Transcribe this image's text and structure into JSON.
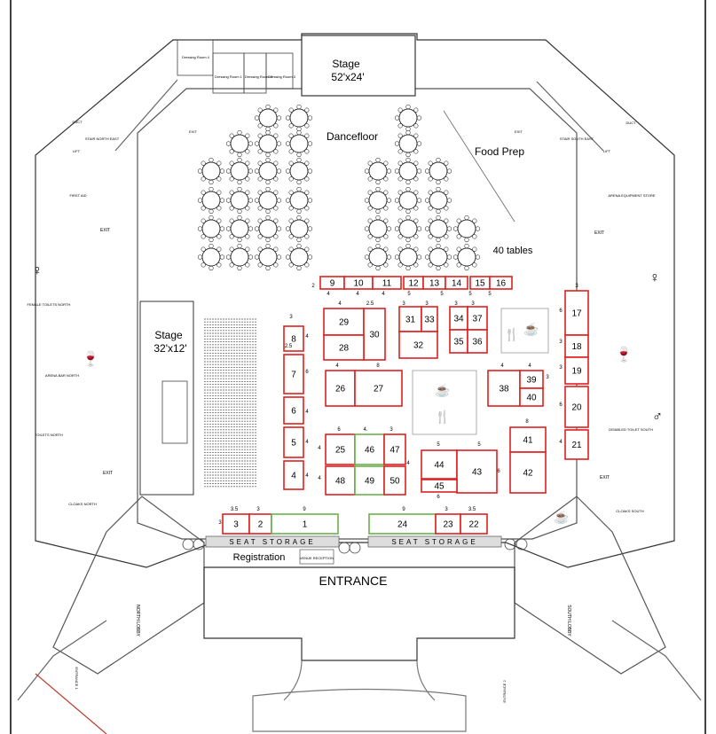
{
  "venue": {
    "stage_main": {
      "title": "Stage",
      "size": "52'x24'"
    },
    "stage_side": {
      "title": "Stage",
      "size": "32'x12'"
    },
    "dancefloor": "Dancefloor",
    "food_prep": "Food Prep",
    "tables_note": "40 tables",
    "entrance": "ENTRANCE",
    "registration": "Registration",
    "venue_reception": "VENUE RECEPTION",
    "seat_storage": "SEAT STORAGE",
    "small_labels": {
      "first_aid": "FIRST AID",
      "duct_left": "DUCT",
      "lift_left": "LIFT",
      "stair_north_east": "STAIR NORTH EAST",
      "exit": "EXIT",
      "female_toilets": "FEMALE TOILETS NORTH",
      "arena_bar": "ARENA BAR NORTH",
      "toilets_north": "TOILETS NORTH",
      "cloaks_north": "CLOAKS NORTH",
      "north_lobby": "NORTH LOBBY",
      "duct_right": "DUCT",
      "lift_right": "LIFT",
      "stair_south_east": "STAIR SOUTH EAST",
      "arena_equipment": "ARENA EQUIPMENT STORE",
      "disabled_toilet": "DISABLED TOILET SOUTH",
      "cloaks_south": "CLOAKS SOUTH",
      "south_lobby": "SOUTH LOBBY",
      "entrance_1": "ENTRANCE 1",
      "entrance_2": "ENTRANCE 2",
      "dressing_4": "Dressing Room 4",
      "dressing_1": "Dressing Room 1",
      "dressing_2": "Dressing Room 2",
      "dressing_3": "Dressing Room 3"
    }
  },
  "booths": [
    {
      "id": "9"
    },
    {
      "id": "10"
    },
    {
      "id": "11"
    },
    {
      "id": "12"
    },
    {
      "id": "13"
    },
    {
      "id": "14"
    },
    {
      "id": "15"
    },
    {
      "id": "16"
    },
    {
      "id": "29"
    },
    {
      "id": "30"
    },
    {
      "id": "28"
    },
    {
      "id": "31"
    },
    {
      "id": "33"
    },
    {
      "id": "32"
    },
    {
      "id": "34"
    },
    {
      "id": "37"
    },
    {
      "id": "35"
    },
    {
      "id": "36"
    },
    {
      "id": "8"
    },
    {
      "id": "7"
    },
    {
      "id": "6"
    },
    {
      "id": "5"
    },
    {
      "id": "4"
    },
    {
      "id": "26"
    },
    {
      "id": "27"
    },
    {
      "id": "38"
    },
    {
      "id": "39"
    },
    {
      "id": "40"
    },
    {
      "id": "17"
    },
    {
      "id": "18"
    },
    {
      "id": "19"
    },
    {
      "id": "20"
    },
    {
      "id": "21"
    },
    {
      "id": "25"
    },
    {
      "id": "46"
    },
    {
      "id": "47"
    },
    {
      "id": "48"
    },
    {
      "id": "49"
    },
    {
      "id": "50"
    },
    {
      "id": "44"
    },
    {
      "id": "43"
    },
    {
      "id": "45"
    },
    {
      "id": "41"
    },
    {
      "id": "42"
    },
    {
      "id": "3"
    },
    {
      "id": "2"
    },
    {
      "id": "1"
    },
    {
      "id": "24"
    },
    {
      "id": "23"
    },
    {
      "id": "22"
    }
  ],
  "dimension_labels": [
    "2",
    "4",
    "3",
    "5",
    "2.5",
    "6",
    "4.",
    "3.5",
    "9",
    "8"
  ],
  "colors": {
    "booth_border": "#e02020",
    "sponsor_border": "#6ab04c",
    "line": "#333333",
    "light": "#888888"
  }
}
